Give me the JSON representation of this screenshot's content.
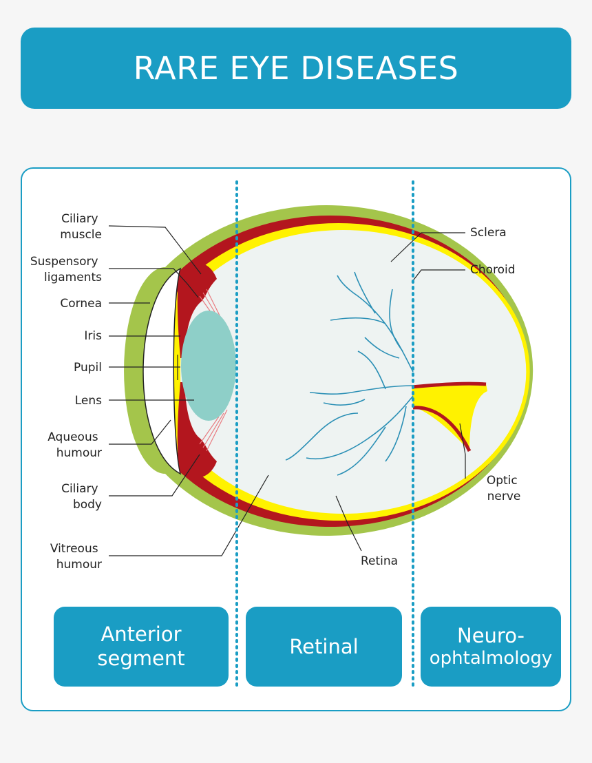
{
  "header": {
    "title": "RARE EYE DISEASES"
  },
  "labels": {
    "ciliary_muscle": [
      "Ciliary",
      "muscle"
    ],
    "suspensory_ligaments": [
      "Suspensory",
      "ligaments"
    ],
    "cornea": [
      "Cornea"
    ],
    "iris": [
      "Iris"
    ],
    "pupil": [
      "Pupil"
    ],
    "lens": [
      "Lens"
    ],
    "aqueous_humour": [
      "Aqueous",
      "humour"
    ],
    "ciliary_body": [
      "Ciliary",
      "body"
    ],
    "vitreous_humour": [
      "Vitreous",
      "humour"
    ],
    "sclera": [
      "Sclera"
    ],
    "choroid": [
      "Choroid"
    ],
    "optic_nerve": [
      "Optic",
      "nerve"
    ],
    "retina": [
      "Retina"
    ]
  },
  "categories": {
    "anterior": [
      "Anterior",
      "segment"
    ],
    "retinal": [
      "Retinal"
    ],
    "neuro": [
      "Neuro-",
      "ophtalmology"
    ]
  },
  "colors": {
    "accent": "#1a9dc4",
    "sclera": "#a4c54b",
    "choroid": "#b3161e",
    "retina": "#fff200",
    "vitreous": "#eef3f2",
    "lens": "#8ecfc8",
    "vessels": "#2a8fb5"
  }
}
